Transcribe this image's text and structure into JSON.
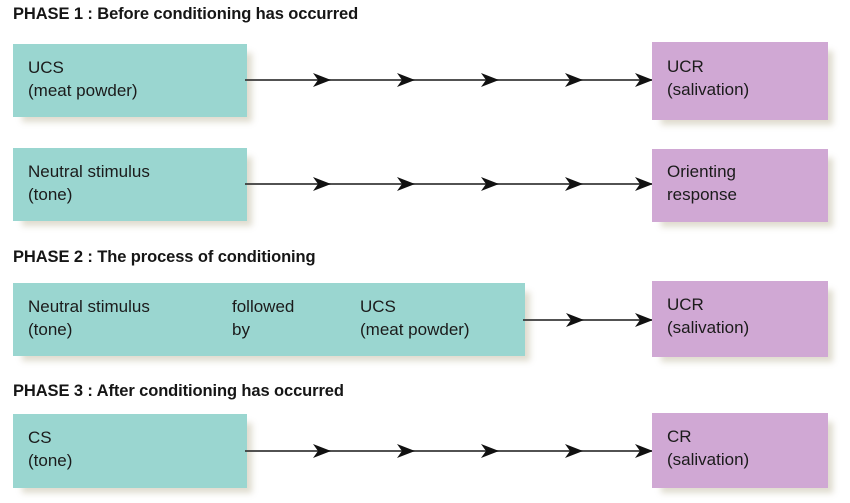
{
  "figure": {
    "title": "Classical conditioning phases diagram",
    "colors": {
      "conditioned_stimulus_box": "#9ad6d0",
      "response_box": "#d0a8d4",
      "text": "#1b1b1b",
      "arrow": "#3a3a3a",
      "background": "#ffffff"
    }
  },
  "phases": [
    {
      "heading": "PHASE 1 : Before conditioning has occurred",
      "rows": [
        {
          "stimulus_line1": "UCS",
          "stimulus_line2": "(meat powder)",
          "response_line1": "UCR",
          "response_line2": "(salivation)",
          "arrowheads": 5
        },
        {
          "stimulus_line1": "Neutral stimulus",
          "stimulus_line2": "(tone)",
          "response_line1": "Orienting",
          "response_line2": "response",
          "arrowheads": 5
        }
      ]
    },
    {
      "heading": "PHASE 2 : The process of conditioning",
      "rows": [
        {
          "stimulus_line1": "Neutral stimulus",
          "stimulus_line2": "(tone)",
          "connector_line1": "followed",
          "connector_line2": "by",
          "second_stimulus_line1": "UCS",
          "second_stimulus_line2": "(meat powder)",
          "response_line1": "UCR",
          "response_line2": "(salivation)",
          "arrowheads": 2
        }
      ]
    },
    {
      "heading": "PHASE 3 : After conditioning has occurred",
      "rows": [
        {
          "stimulus_line1": "CS",
          "stimulus_line2": "(tone)",
          "response_line1": "CR",
          "response_line2": "(salivation)",
          "arrowheads": 5
        }
      ]
    }
  ]
}
